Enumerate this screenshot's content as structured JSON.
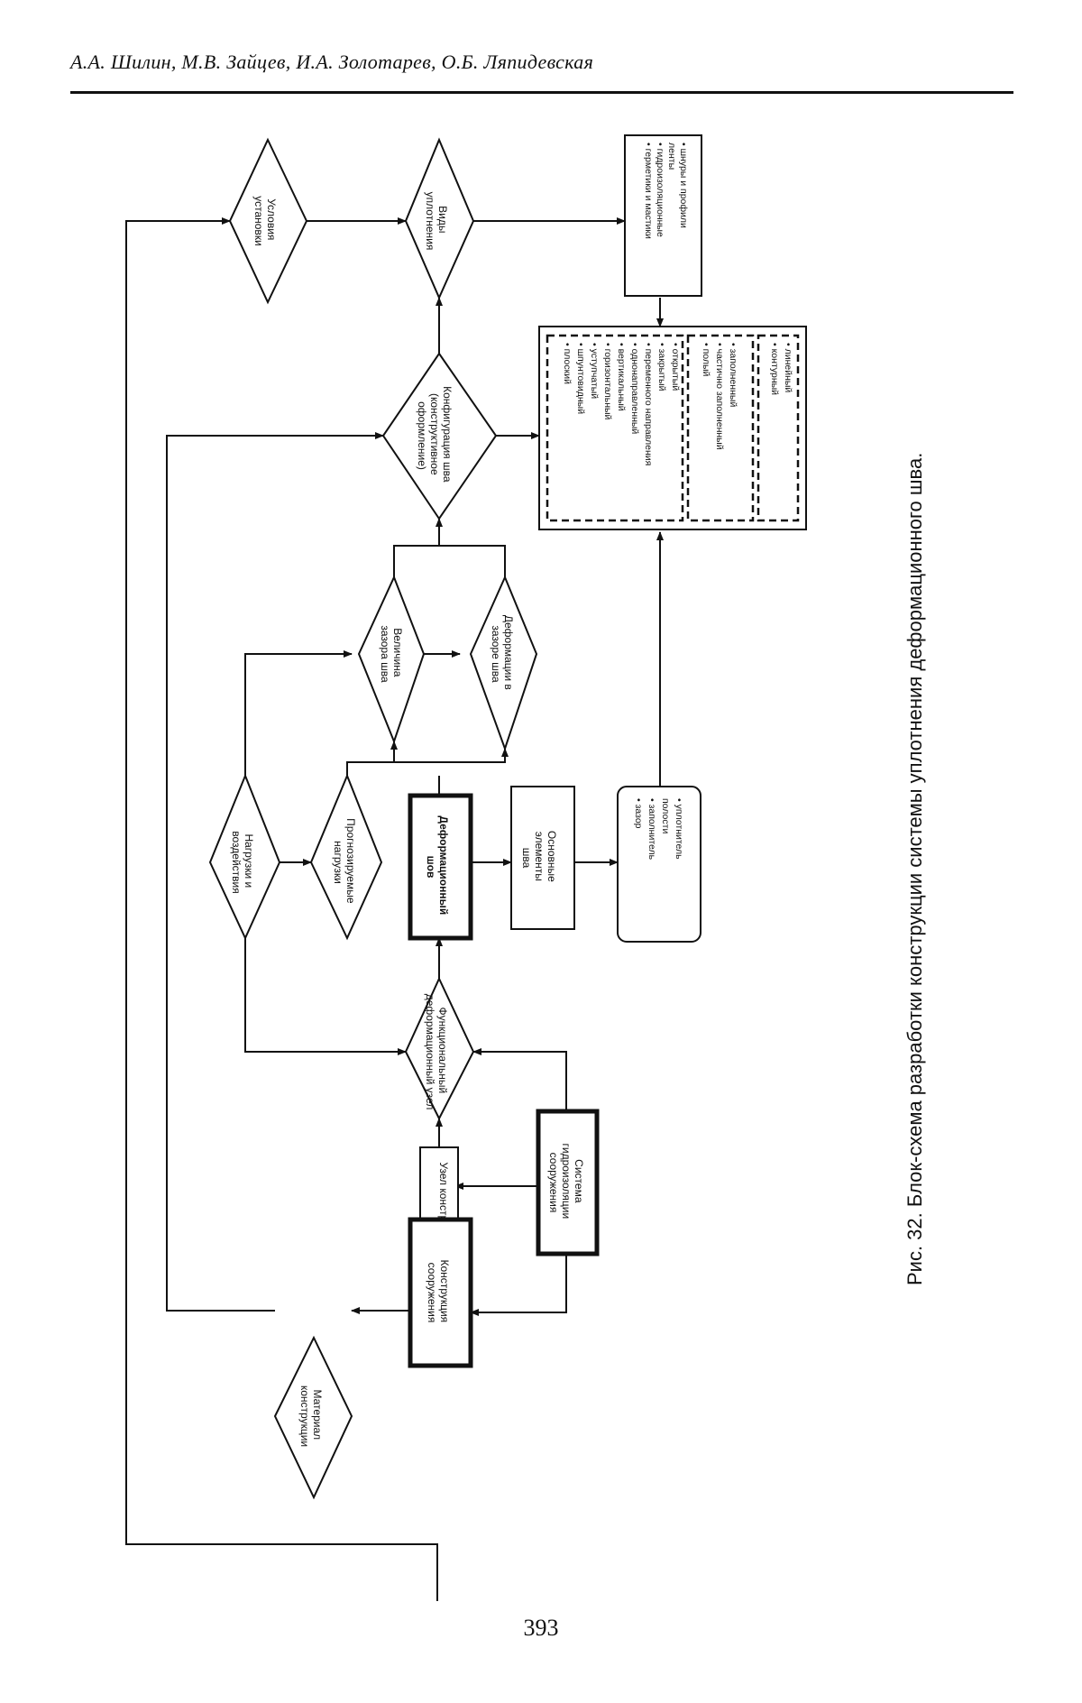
{
  "header": {
    "authors": "А.А. Шилин, М.В. Зайцев, И.А. Золотарев, О.Б. Ляпидевская"
  },
  "figure": {
    "caption": "Рис. 32. Блок-схема разработки конструкции системы уплотнения деформационного шва.",
    "nodes": {
      "usloviya_ustanovki": [
        "Условия",
        "установки"
      ],
      "vidy_uplotneniya": [
        "Виды",
        "уплотнения"
      ],
      "uplot_materials": [
        "• герметики и мастики",
        "• гидроизоляционные",
        "  ленты",
        "• шнуры и профили"
      ],
      "konfig_shva": [
        "Конфигурация шва",
        "(конструктивное",
        "оформление)"
      ],
      "config_group1": [
        "• плоский",
        "• шпунтовидный",
        "• уступчатый",
        "• горизонтальный",
        "• вертикальный",
        "• однонаправленный",
        "• переменного направления",
        "• закрытый",
        "• открытый"
      ],
      "config_group2": [
        "• полый",
        "• частично заполненный",
        "• заполненный"
      ],
      "config_group3": [
        "• контурный",
        "• линейный"
      ],
      "velichina_zazora": [
        "Величина",
        "зазора шва"
      ],
      "deformacii_zazora": [
        "Деформации в",
        "зазоре шва"
      ],
      "nagruzki": [
        "Нагрузки и",
        "воздействия"
      ],
      "prognoz_nagruzki": [
        "Прогнозируемые",
        "нагрузки"
      ],
      "deform_shov": [
        "Деформационный",
        "шов"
      ],
      "osnovnye_elementy": [
        "Основные",
        "элементы",
        "шва"
      ],
      "elementy_list": [
        "• зазор",
        "• заполнитель",
        "  полости",
        "• уплотнитель"
      ],
      "funkc_uzel": [
        "Функциональный",
        "деформационный узел"
      ],
      "uzel_konstrukcii": [
        "Узел конструкции"
      ],
      "sistema_gidroizolyacii": [
        "Система",
        "гидроизоляции",
        "сооружения"
      ],
      "konstrukciya_sooruzheniya": [
        "Конструкция",
        "сооружения"
      ],
      "material_konstrukcii": [
        "Материал",
        "конструкции"
      ]
    }
  },
  "page_number": "393"
}
